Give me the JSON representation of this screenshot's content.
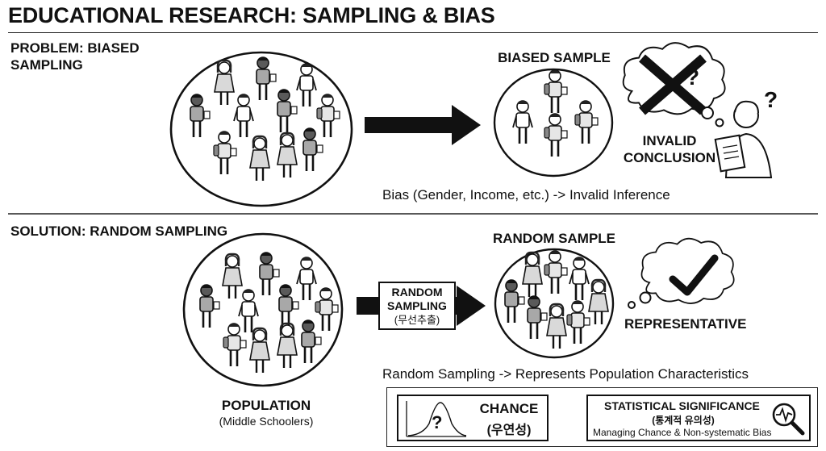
{
  "title": "EDUCATIONAL RESEARCH: SAMPLING & BIAS",
  "problem": {
    "heading": "PROBLEM: BIASED SAMPLING",
    "sample_label": "BIASED SAMPLE",
    "conclusion_label": "INVALID CONCLUSION",
    "caption": "Bias (Gender, Income, etc.) -> Invalid Inference",
    "thought_marks": [
      "?",
      "?"
    ]
  },
  "solution": {
    "heading": "SOLUTION: RANDOM SAMPLING",
    "sample_label": "RANDOM SAMPLE",
    "process_label_line1": "RANDOM",
    "process_label_line2": "SAMPLING",
    "process_label_line3": "(무선추출)",
    "result_label": "REPRESENTATIVE",
    "caption": "Random Sampling -> Represents Population Characteristics",
    "population_label": "POPULATION",
    "population_sub": "(Middle Schoolers)"
  },
  "significance": {
    "chance_label": "CHANCE",
    "chance_korean": "(우연성)",
    "curve_mark": "?",
    "significance_label": "STATISTICAL SIGNIFICANCE",
    "significance_korean": "(통계적 유의성)",
    "significance_sub": "Managing Chance & Non-systematic Bias"
  },
  "colors": {
    "ink": "#111111",
    "paper": "#ffffff",
    "shirt_light": "#e6e6e6",
    "shirt_mid": "#a8a8a8",
    "skin_dark": "#5a5a5a"
  }
}
